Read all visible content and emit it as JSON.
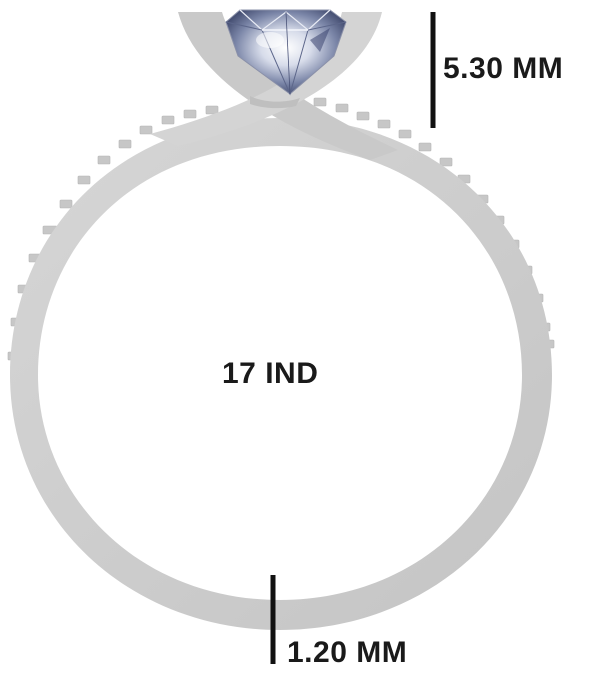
{
  "labels": {
    "head_height": "5.30 MM",
    "band_width": "1.20 MM",
    "ring_size": "17 IND"
  },
  "colors": {
    "metal": "#cfcfcf",
    "metal_shadow": "#b9b9b9",
    "dimension_line": "#111111",
    "background": "#ffffff"
  },
  "icons": {
    "stone": "round-diamond-icon"
  }
}
